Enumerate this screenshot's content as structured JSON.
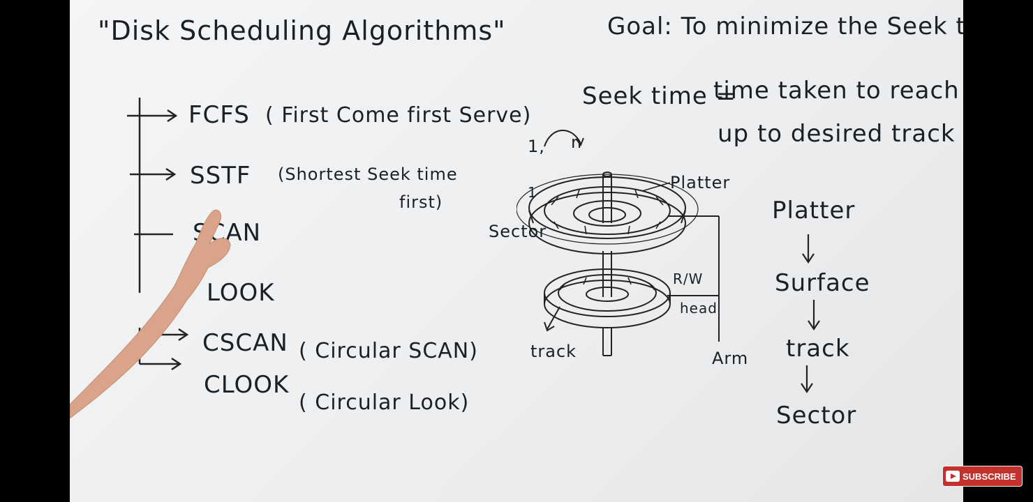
{
  "board": {
    "title": "\"Disk Scheduling Algorithms\"",
    "goal": "Goal: To minimize the Seek t",
    "algorithms": [
      {
        "name": "FCFS",
        "expansion": "( First Come first Serve)"
      },
      {
        "name": "SSTF",
        "expansion": "(Shortest Seek time",
        "expansion2": "first)"
      },
      {
        "name": "SCAN",
        "expansion": ""
      },
      {
        "name": "LOOK",
        "expansion": ""
      },
      {
        "name": "CSCAN",
        "expansion": "( Circular SCAN)"
      },
      {
        "name": "CLOOK",
        "expansion": "( Circular Look)"
      }
    ],
    "seek_time_label": "Seek time =",
    "seek_time_def_1": "time taken to reach",
    "seek_time_def_2": "up to desired track",
    "diagram": {
      "range_start": "1,",
      "range_end": "n",
      "one": "1",
      "platter": "Platter",
      "sector": "Sector",
      "rw": "R/W",
      "head": "head",
      "track": "track",
      "arm": "Arm"
    },
    "hierarchy": [
      "Platter",
      "Surface",
      "track",
      "Sector"
    ]
  },
  "overlay": {
    "subscribe_label": "SUBSCRIBE",
    "brand_color": "#c4302b"
  }
}
